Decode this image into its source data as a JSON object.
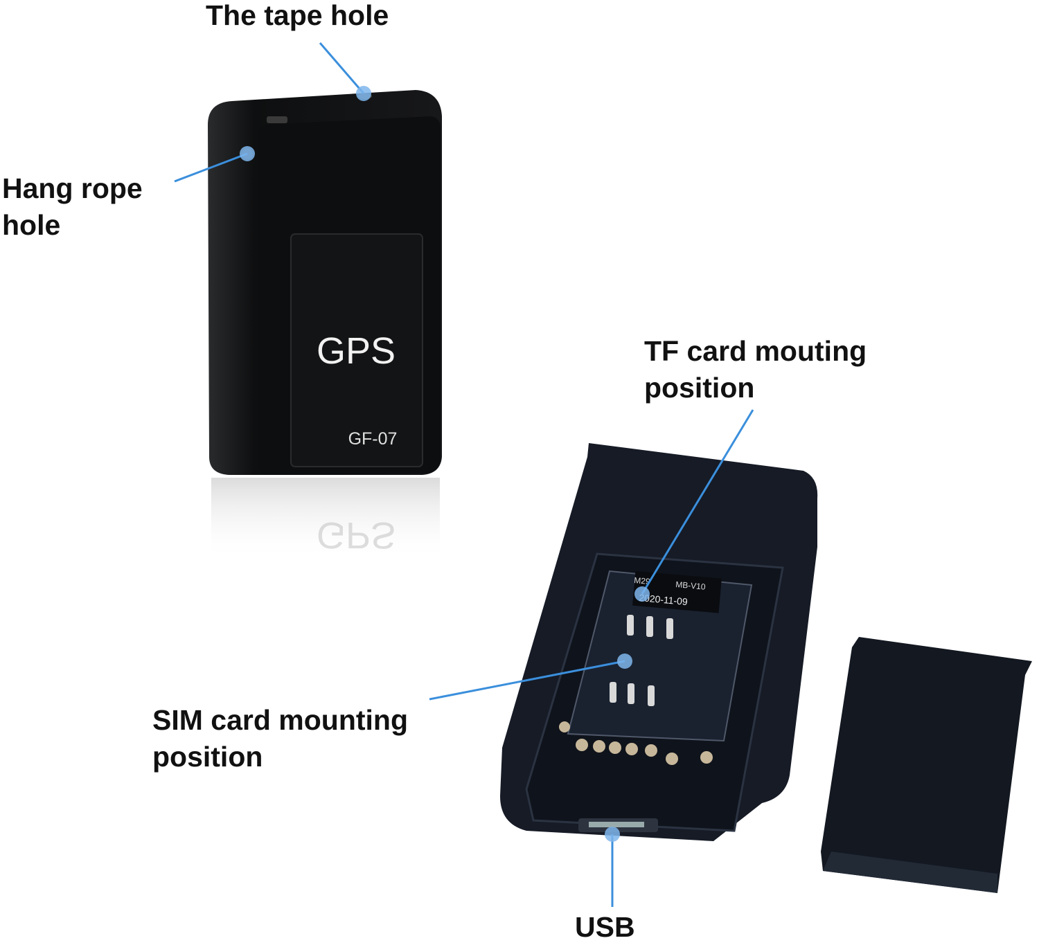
{
  "labels": {
    "tape_hole": "The tape hole",
    "hang_rope_line1": "Hang rope",
    "hang_rope_line2": "hole",
    "tf_card_line1": "TF card mouting",
    "tf_card_line2": "position",
    "sim_card_line1": "SIM card mounting",
    "sim_card_line2": "position",
    "usb": "USB"
  },
  "device": {
    "logo": "GPS",
    "model": "GF-07",
    "pcb_text_1": "M29",
    "pcb_text_2": "MB-V10",
    "pcb_date": "2020-11-09"
  },
  "colors": {
    "callout": "#3b8fdc",
    "device": "#151617",
    "back": "#1b2230"
  }
}
